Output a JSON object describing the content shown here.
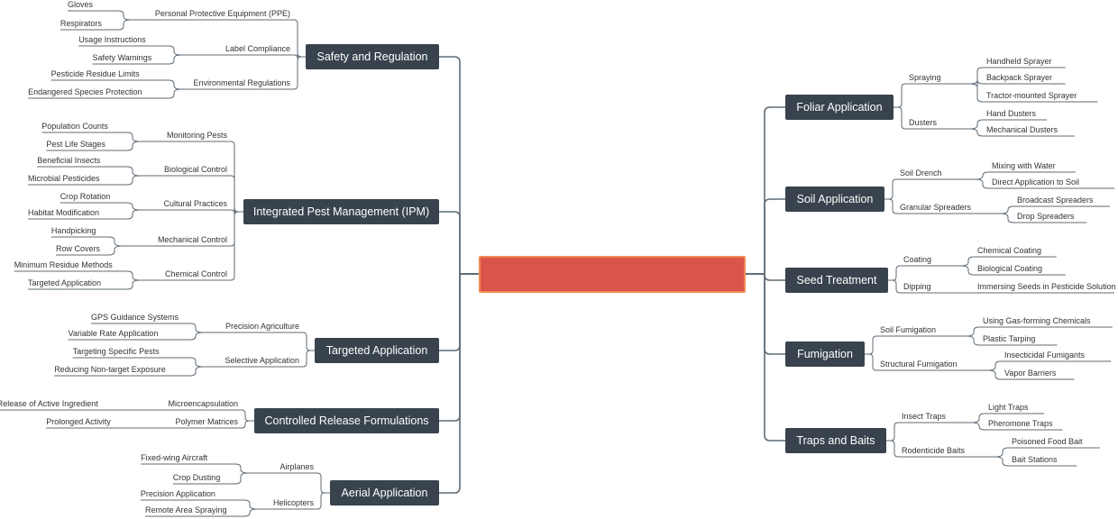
{
  "colors": {
    "root_fill": "#d9554b",
    "root_border": "#f08a50",
    "main_fill": "#38434d",
    "line": "#5f6b75"
  },
  "root": "",
  "left": [
    {
      "label": "Safety and Regulation",
      "children": [
        {
          "label": "Personal Protective Equipment (PPE)",
          "children": [
            "Gloves",
            "Respirators"
          ]
        },
        {
          "label": "Label Compliance",
          "children": [
            "Usage Instructions",
            "Safety Warnings"
          ]
        },
        {
          "label": "Environmental Regulations",
          "children": [
            "Pesticide Residue Limits",
            "Endangered Species Protection"
          ]
        }
      ]
    },
    {
      "label": "Integrated Pest Management (IPM)",
      "children": [
        {
          "label": "Monitoring Pests",
          "children": [
            "Population Counts",
            "Pest Life Stages"
          ]
        },
        {
          "label": "Biological Control",
          "children": [
            "Beneficial Insects",
            "Microbial Pesticides"
          ]
        },
        {
          "label": "Cultural Practices",
          "children": [
            "Crop Rotation",
            "Habitat Modification"
          ]
        },
        {
          "label": "Mechanical Control",
          "children": [
            "Handpicking",
            "Row Covers"
          ]
        },
        {
          "label": "Chemical Control",
          "children": [
            "Minimum Residue Methods",
            "Targeted Application"
          ]
        }
      ]
    },
    {
      "label": "Targeted Application",
      "children": [
        {
          "label": "Precision Agriculture",
          "children": [
            "GPS Guidance Systems",
            "Variable Rate Application"
          ]
        },
        {
          "label": "Selective Application",
          "children": [
            "Targeting Specific Pests",
            "Reducing Non-target Exposure"
          ]
        }
      ]
    },
    {
      "label": "Controlled Release Formulations",
      "children": [
        {
          "label": "Microencapsulation",
          "children": [
            "Slow Release of Active Ingredient"
          ]
        },
        {
          "label": "Polymer Matrices",
          "children": [
            "Prolonged Activity"
          ]
        }
      ]
    },
    {
      "label": "Aerial Application",
      "children": [
        {
          "label": "Airplanes",
          "children": [
            "Fixed-wing Aircraft",
            "Crop Dusting"
          ]
        },
        {
          "label": "Helicopters",
          "children": [
            "Precision Application",
            "Remote Area Spraying"
          ]
        }
      ]
    }
  ],
  "right": [
    {
      "label": "Foliar Application",
      "children": [
        {
          "label": "Spraying",
          "children": [
            "Handheld Sprayer",
            "Backpack Sprayer",
            "Tractor-mounted Sprayer"
          ]
        },
        {
          "label": "Dusters",
          "children": [
            "Hand Dusters",
            "Mechanical Dusters"
          ]
        }
      ]
    },
    {
      "label": "Soil Application",
      "children": [
        {
          "label": "Soil Drench",
          "children": [
            "Mixing with Water",
            "Direct Application to Soil"
          ]
        },
        {
          "label": "Granular Spreaders",
          "children": [
            "Broadcast Spreaders",
            "Drop Spreaders"
          ]
        }
      ]
    },
    {
      "label": "Seed Treatment",
      "children": [
        {
          "label": "Coating",
          "children": [
            "Chemical Coating",
            "Biological Coating"
          ]
        },
        {
          "label": "Dipping",
          "children": [
            "Immersing Seeds in Pesticide Solution"
          ]
        }
      ]
    },
    {
      "label": "Fumigation",
      "children": [
        {
          "label": "Soil Fumigation",
          "children": [
            "Using Gas-forming Chemicals",
            "Plastic Tarping"
          ]
        },
        {
          "label": "Structural Fumigation",
          "children": [
            "Insecticidal Fumigants",
            "Vapor Barriers"
          ]
        }
      ]
    },
    {
      "label": "Traps and Baits",
      "children": [
        {
          "label": "Insect Traps",
          "children": [
            "Light Traps",
            "Pheromone Traps"
          ]
        },
        {
          "label": "Rodenticide Baits",
          "children": [
            "Poisoned Food Bait",
            "Bait Stations"
          ]
        }
      ]
    }
  ]
}
